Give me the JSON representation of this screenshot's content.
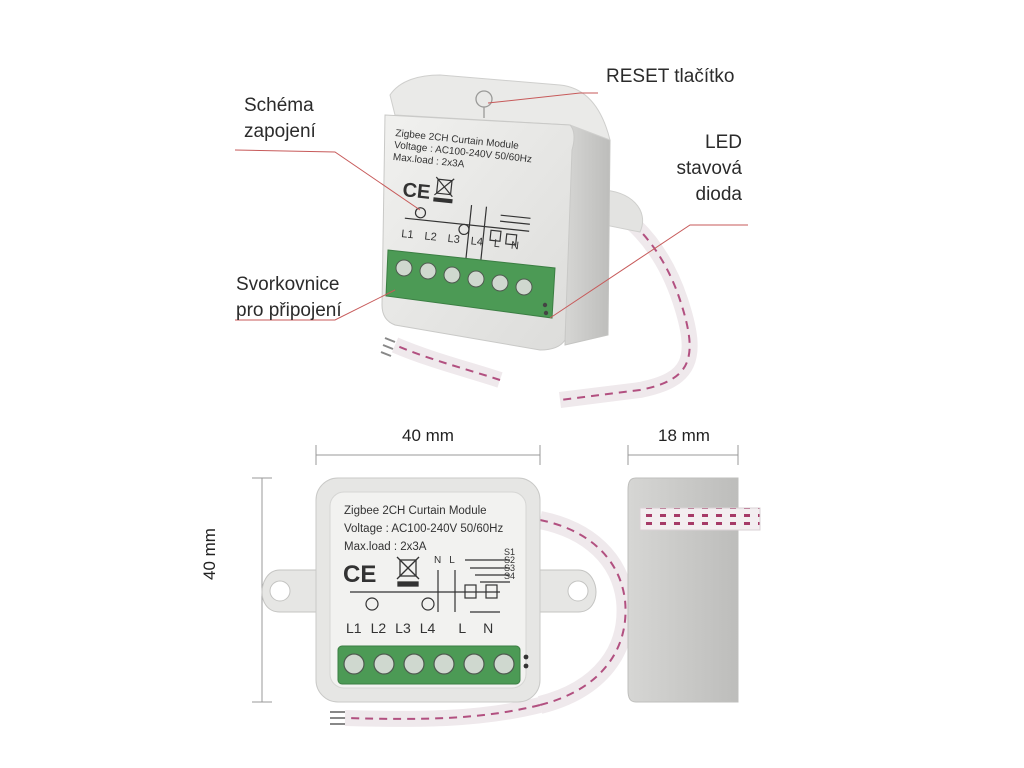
{
  "callouts": {
    "reset": "RESET tlačítko",
    "schema": [
      "Schéma",
      "zapojení"
    ],
    "led": [
      "LED",
      "stavová",
      "dioda"
    ],
    "terminal": [
      "Svorkovnice",
      "pro připojení"
    ]
  },
  "dimensions": {
    "width": "40 mm",
    "depth": "18 mm",
    "height": "40 mm"
  },
  "module_label": {
    "name": "Zigbee 2CH Curtain Module",
    "voltage": "Voltage : AC100-240V 50/60Hz",
    "load": "Max.load : 2x3A",
    "terminals": [
      "L1",
      "L2",
      "L3",
      "L4",
      "L",
      "N"
    ],
    "switch_pins": [
      "S1",
      "S2",
      "S3",
      "S4"
    ],
    "top_pins": [
      "N",
      "L"
    ]
  },
  "colors": {
    "housing": "#e6e6e4",
    "terminal_green": "#4c9a55",
    "wire_stripe": "#a63a67",
    "callout_line": "#c75a5a"
  }
}
